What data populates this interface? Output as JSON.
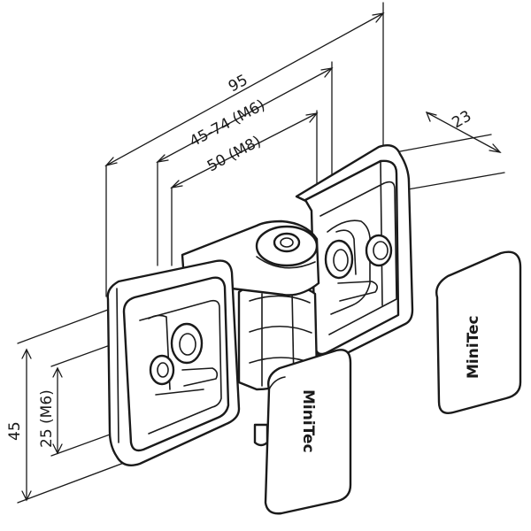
{
  "dimensions": {
    "width_total": "95",
    "width_m6": "45-74 (M6)",
    "width_m8": "50 (M8)",
    "thickness": "23",
    "height_total": "45",
    "height_m6": "25 (M6)"
  },
  "labels": {
    "logo_front": "MiniTec",
    "logo_back": "MiniTec"
  },
  "colors": {
    "line": "#1a1a1a",
    "background": "#ffffff"
  }
}
